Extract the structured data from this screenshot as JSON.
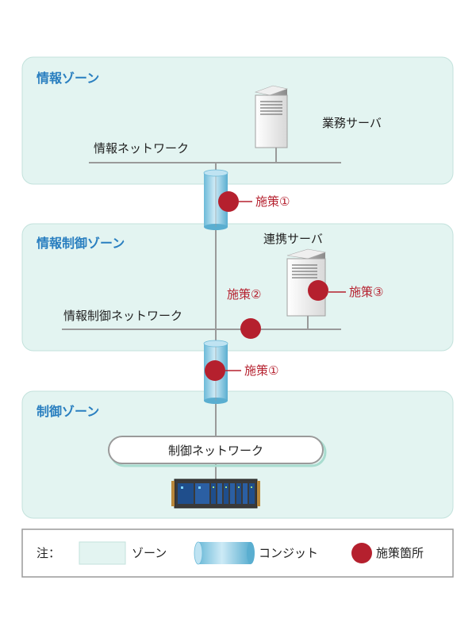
{
  "zones": {
    "info": {
      "title": "情報ゾーン",
      "network": "情報ネットワーク",
      "server": "業務サーバ"
    },
    "infoctrl": {
      "title": "情報制御ゾーン",
      "network": "情報制御ネットワーク",
      "server": "連携サーバ"
    },
    "ctrl": {
      "title": "制御ゾーン",
      "network": "制御ネットワーク"
    }
  },
  "measures": {
    "m1_top": "施策①",
    "m2": "施策②",
    "m3": "施策③",
    "m1_bottom": "施策①"
  },
  "legend": {
    "note": "注：",
    "zone": "ゾーン",
    "conduit": "コンジット",
    "point": "施策箇所"
  },
  "colors": {
    "zone_fill": "#e3f4f1",
    "zone_border": "#c3e2dc",
    "zone_title": "#2a7fc0",
    "measure": "#b5202e",
    "network_line": "#9a9a9a",
    "conduit": "#7fc8e4"
  }
}
